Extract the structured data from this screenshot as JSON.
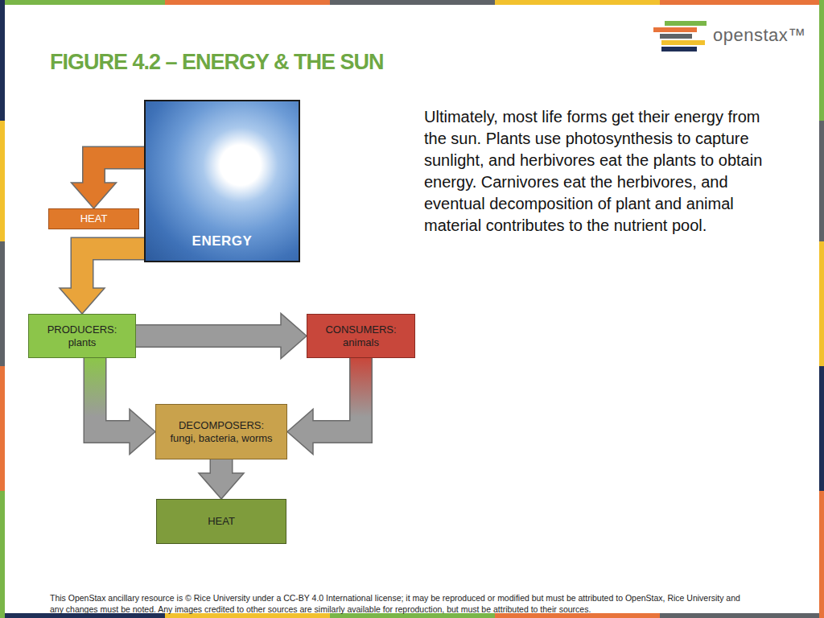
{
  "diagram": {
    "title": "FIGURE 4.2 – ENERGY & THE SUN",
    "nodes": [
      {
        "text": [
          "ENERGY"
        ]
      },
      {
        "text": [
          "HEAT"
        ]
      },
      {
        "text": [
          "PRODUCERS:",
          "plants"
        ]
      },
      {
        "text": [
          "CONSUMERS:",
          "animals"
        ]
      },
      {
        "text": [
          "DECOMPOSERS:",
          "fungi, bacteria, worms"
        ]
      },
      {
        "text": [
          "HEAT"
        ]
      }
    ],
    "edges": [
      {
        "from": 0,
        "to": 1,
        "arrow": "to"
      },
      {
        "from": 0,
        "to": 2,
        "arrow": "to"
      },
      {
        "from": 2,
        "to": 3,
        "arrow": "to"
      },
      {
        "from": 2,
        "to": 4,
        "arrow": "to"
      },
      {
        "from": 3,
        "to": 4,
        "arrow": "to"
      },
      {
        "from": 4,
        "to": 5,
        "arrow": "to"
      }
    ],
    "labels": [
      "Ultimately, most life forms get their energy from the sun. Plants use photosynthesis to capture sunlight, and herbivores eat the plants to obtain energy. Carnivores eat the herbivores, and eventual decomposition of plant and animal material contributes to the nutrient pool.",
      "openstax™",
      "This OpenStax ancillary resource is © Rice University under a CC-BY 4.0 International license; it may be reproduced or modified but must be attributed to OpenStax, Rice University and any changes must be noted. Any images credited to other sources are similarly available for reproduction, but must be attributed to their sources."
    ]
  }
}
